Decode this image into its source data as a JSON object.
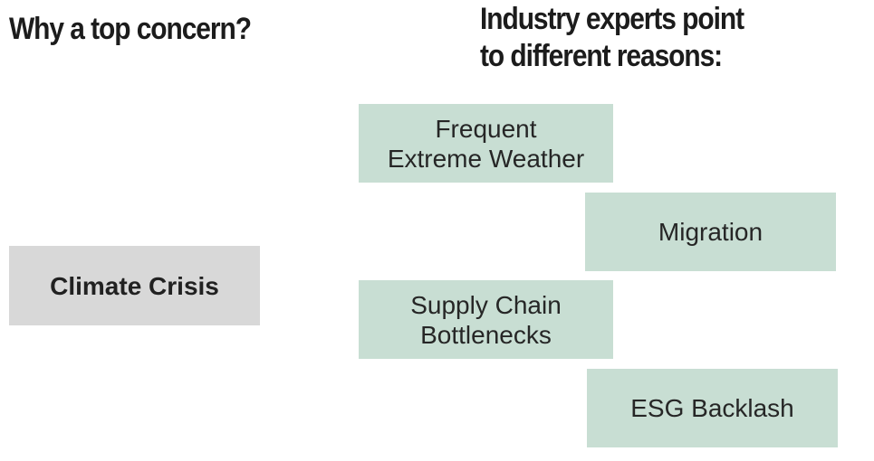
{
  "headings": {
    "left": "Why a top concern?",
    "right": "Industry experts point\nto different reasons:"
  },
  "concern": {
    "label": "Climate Crisis"
  },
  "reasons": [
    {
      "label": "Frequent\nExtreme Weather"
    },
    {
      "label": "Migration"
    },
    {
      "label": "Supply Chain\nBottlenecks"
    },
    {
      "label": "ESG Backlash"
    }
  ],
  "colors": {
    "background": "#ffffff",
    "reason_box_bg": "#c8ded3",
    "concern_box_bg": "#d8d8d8",
    "heading_text": "#1c1c1c",
    "box_text": "#262626"
  }
}
